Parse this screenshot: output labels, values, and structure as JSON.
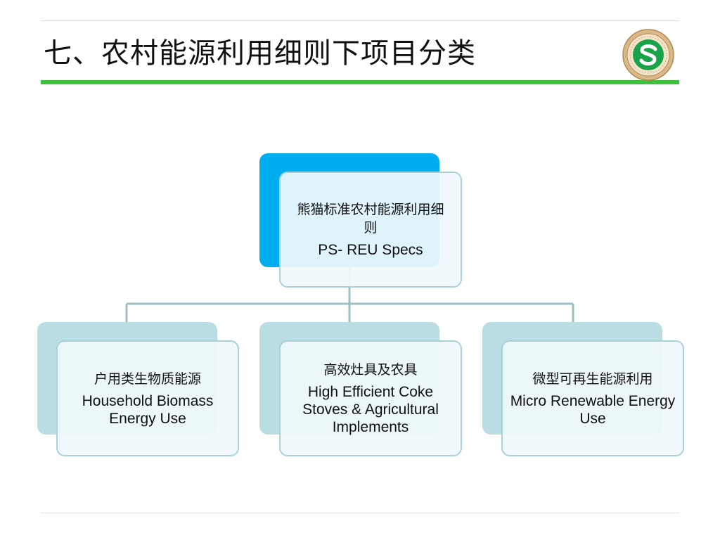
{
  "slide": {
    "title": "七、农村能源利用细则下项目分类"
  },
  "colors": {
    "title_bar": "#3cc13c",
    "root_back": "#00aeef",
    "child_back": "#b9dde2",
    "card_border": "#a9d2da",
    "connector": "#9fbfc4"
  },
  "logo": {
    "icon": "green-s-seal-icon"
  },
  "diagram": {
    "root": {
      "cn": "熊猫标准农村能源利用细则",
      "en": "PS- REU Specs"
    },
    "children": [
      {
        "cn": "户用类生物质能源",
        "en": "Household Biomass Energy Use"
      },
      {
        "cn": "高效灶具及农具",
        "en": "High Efficient Coke Stoves & Agricultural Implements"
      },
      {
        "cn": "微型可再生能源利用",
        "en": "Micro Renewable Energy Use"
      }
    ]
  }
}
